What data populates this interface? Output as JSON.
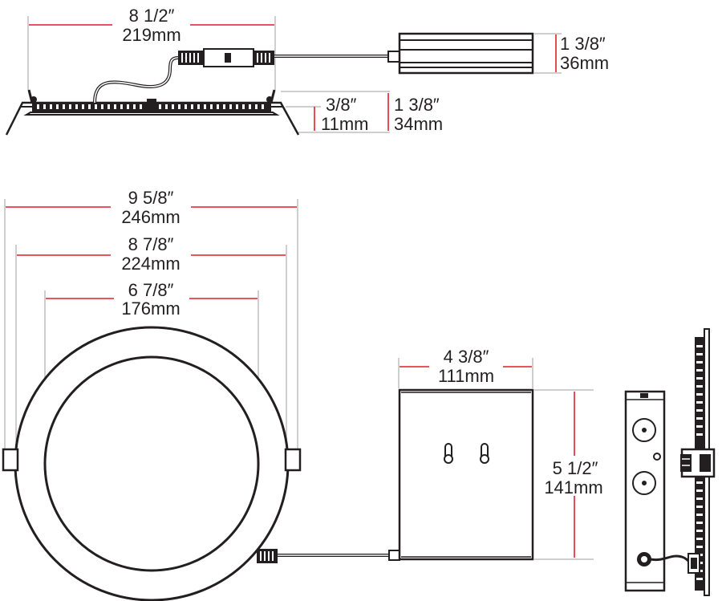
{
  "side_view": {
    "width_in": "8 1/2″",
    "width_mm": "219mm",
    "driver_height_in": "1 3/8″",
    "driver_height_mm": "36mm",
    "flange_height_in": "3/8″",
    "flange_height_mm": "11mm",
    "overall_height_in": "1 3/8″",
    "overall_height_mm": "34mm"
  },
  "plan_view": {
    "flange_in": "9 5/8″",
    "flange_mm": "246mm",
    "cutout_in": "8 7/8″",
    "cutout_mm": "224mm",
    "aperture_in": "6 7/8″",
    "aperture_mm": "176mm"
  },
  "junction_box": {
    "width_in": "4 3/8″",
    "width_mm": "111mm",
    "height_in": "5 1/2″",
    "height_mm": "141mm"
  },
  "colors": {
    "dimension_line": "#e11d2a",
    "extension_line": "#bfbfbf",
    "drawing": "#231f20"
  }
}
